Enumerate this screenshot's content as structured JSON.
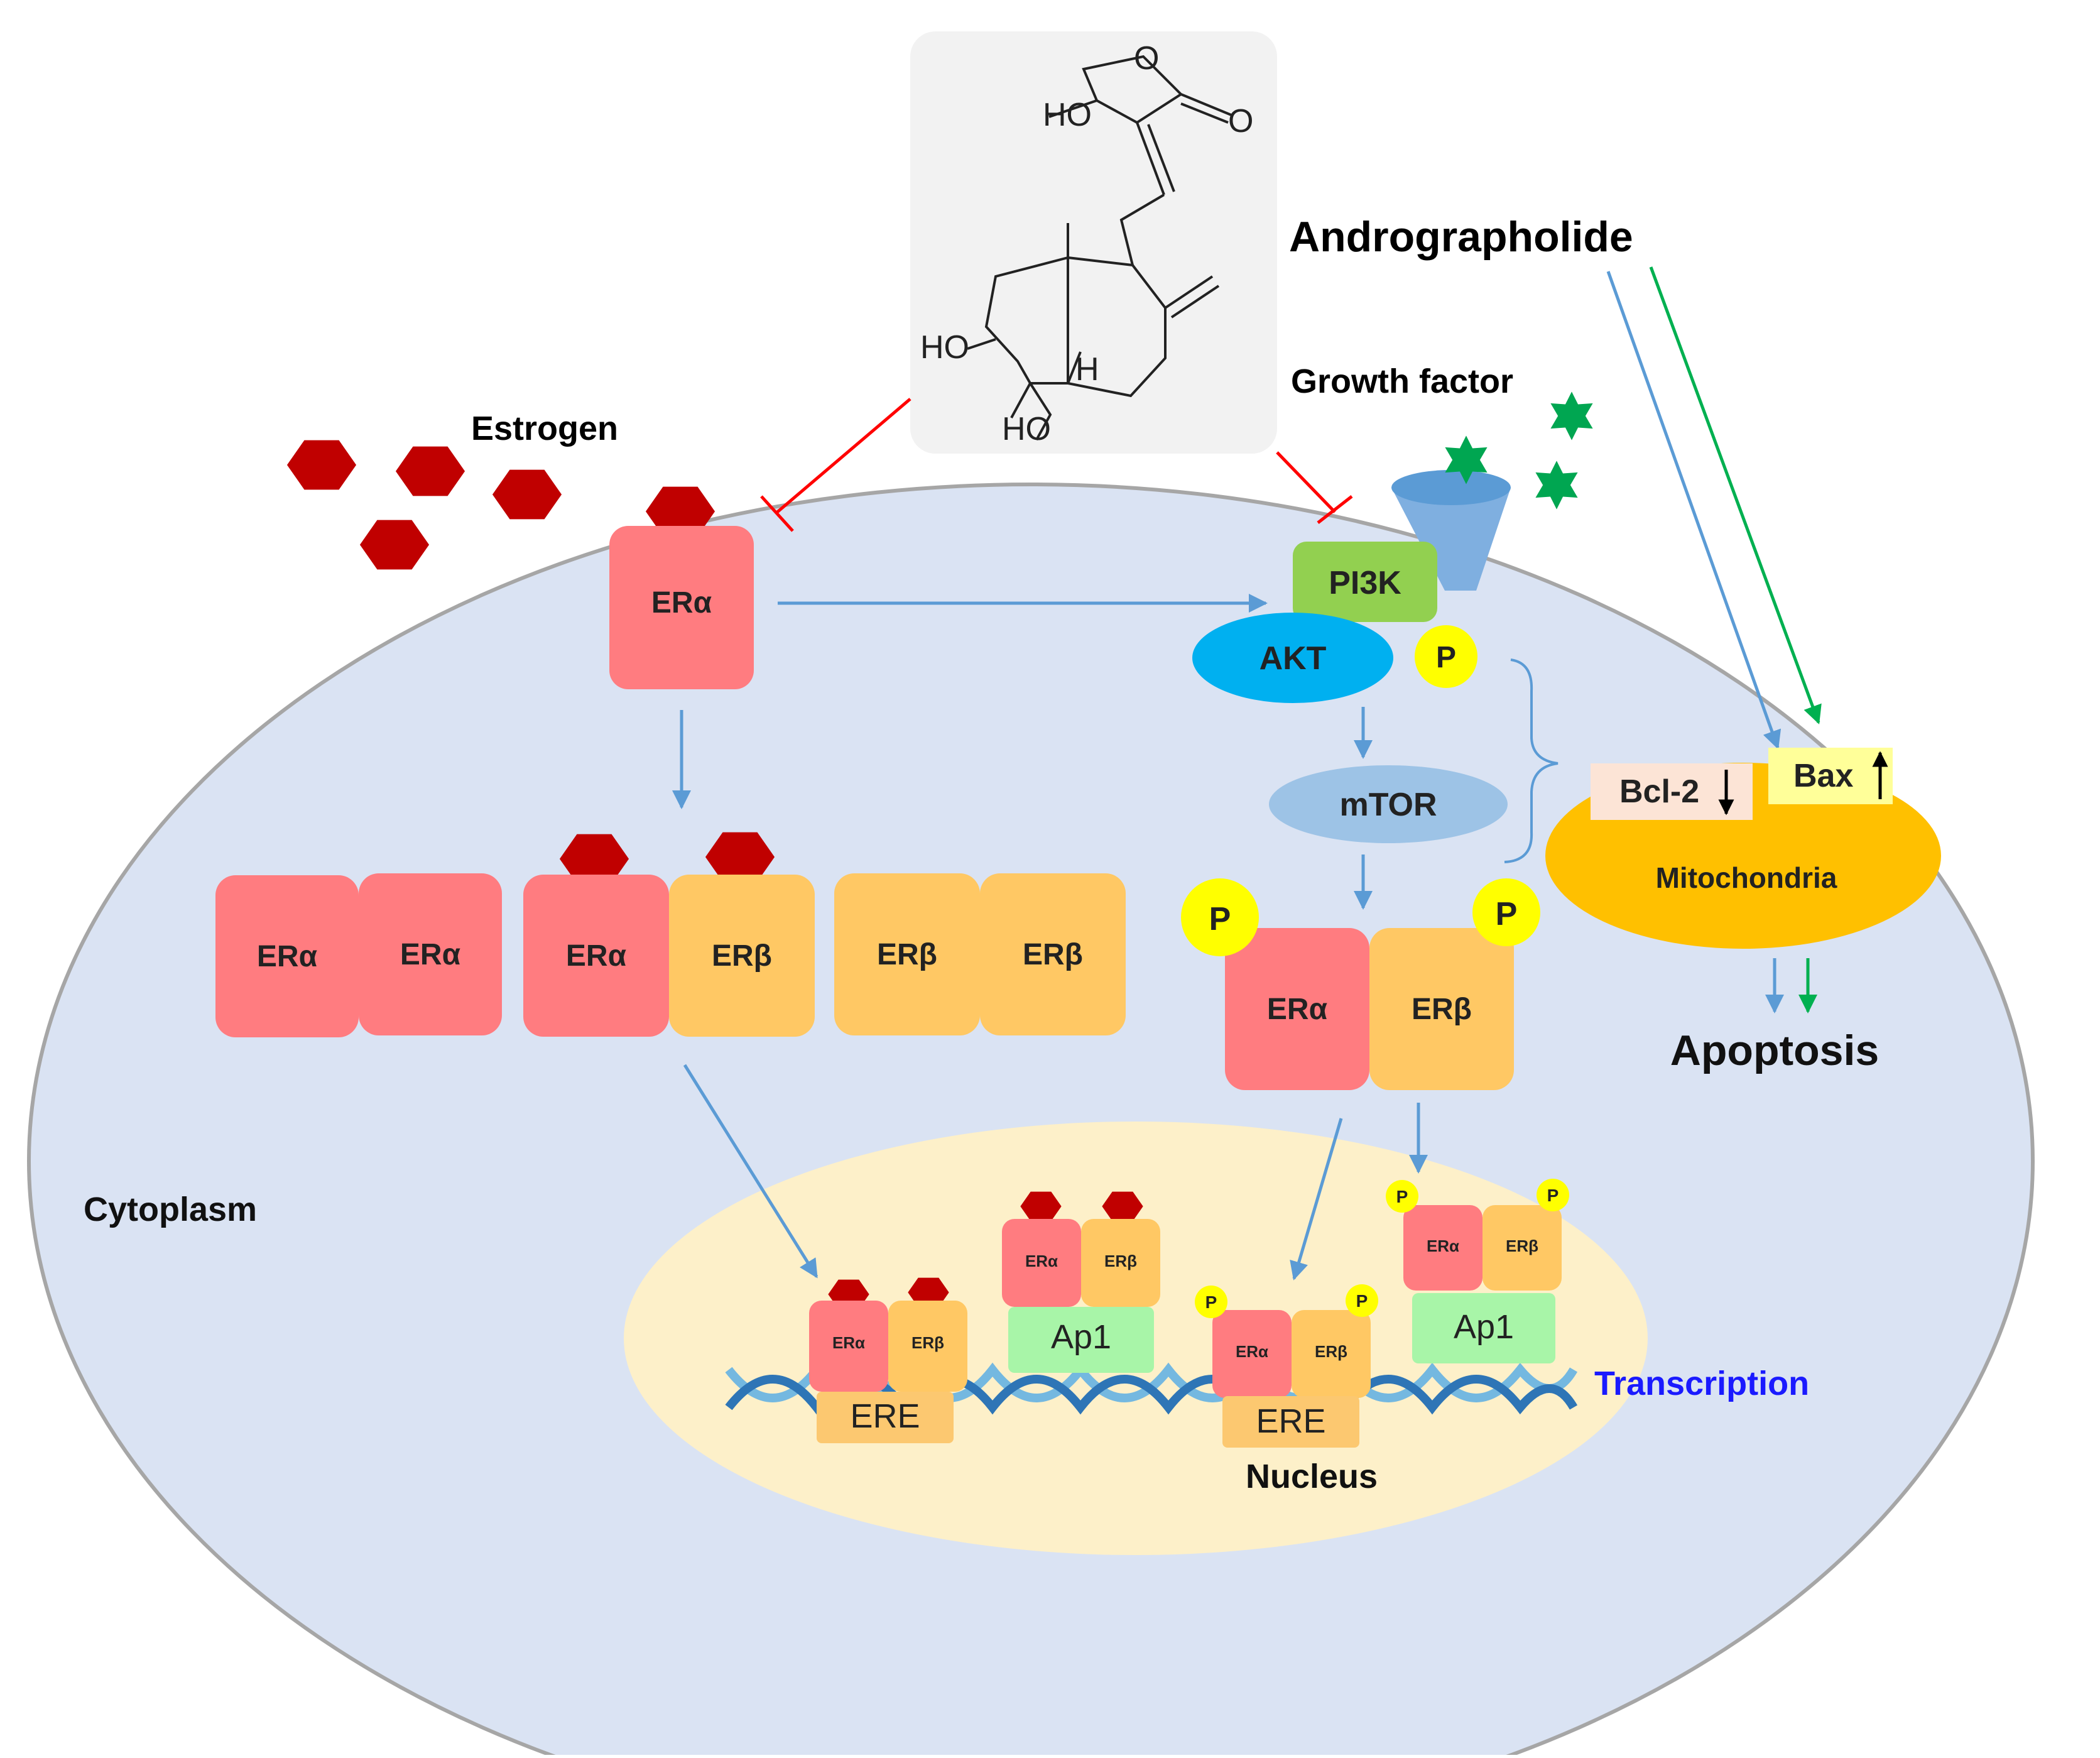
{
  "labels": {
    "estrogen": "Estrogen",
    "growth_factor": "Growth factor",
    "andrographolide": "Andrographolide",
    "cytoplasm": "Cytoplasm",
    "nucleus": "Nucleus",
    "transcription": "Transcription",
    "mitochondria": "Mitochondria",
    "apoptosis": "Apoptosis",
    "bcl2": "Bcl-2",
    "bax": "Bax",
    "pi3k": "PI3K",
    "akt": "AKT",
    "mtor": "mTOR",
    "p": "P",
    "er_alpha": "ERα",
    "er_beta": "ERβ",
    "ap1": "Ap1",
    "ere": "ERE",
    "arrow_down": "↓",
    "arrow_up": "↑"
  },
  "structure": {
    "ho_top": "HO",
    "o_ring": "O",
    "o_carbonyl": "O",
    "ho_left": "HO",
    "h_bridge": "H",
    "ho_bottom": "HO"
  },
  "colors": {
    "cell": "#dae3f3",
    "nucleus": "#fdf0c9",
    "er_alpha": "#ff7c80",
    "er_beta": "#ffc864",
    "estrogen": "#c00000",
    "growth_factor": "#00a651",
    "pi3k": "#92d050",
    "akt": "#00b0f0",
    "mtor": "#9dc3e6",
    "mitochondria": "#ffc000",
    "phospho": "#ffff00",
    "ap1": "#a8f5a8",
    "ere": "#fcc870",
    "inhibit": "#ff0000",
    "arrow_blue": "#5b9bd5",
    "arrow_green": "#00b050",
    "transcription": "#0000ff"
  }
}
